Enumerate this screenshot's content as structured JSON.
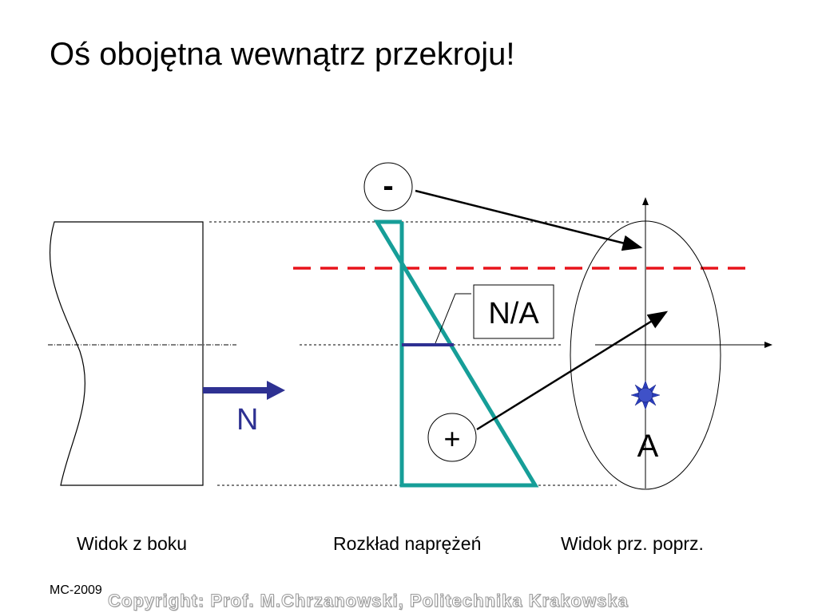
{
  "title": "Oś obojętna wewnątrz przekroju!",
  "labels": {
    "minus": "-",
    "plus": "+",
    "neutral_axis": "N/A",
    "force": "N",
    "area": "A"
  },
  "captions": {
    "side_view": "Widok z boku",
    "stress_distribution": "Rozkład naprężeń",
    "cross_section_view": "Widok prz. poprz."
  },
  "footer": {
    "code": "MC-2009",
    "copyright": "Copyright: Prof. M.Chrzanowski, Politechnika Krakowska"
  },
  "colors": {
    "stress_outline": "#169e98",
    "neutral_axis_line": "#e8141b",
    "force_arrow": "#2e3192",
    "centroid_star": "#2b3fbf"
  }
}
